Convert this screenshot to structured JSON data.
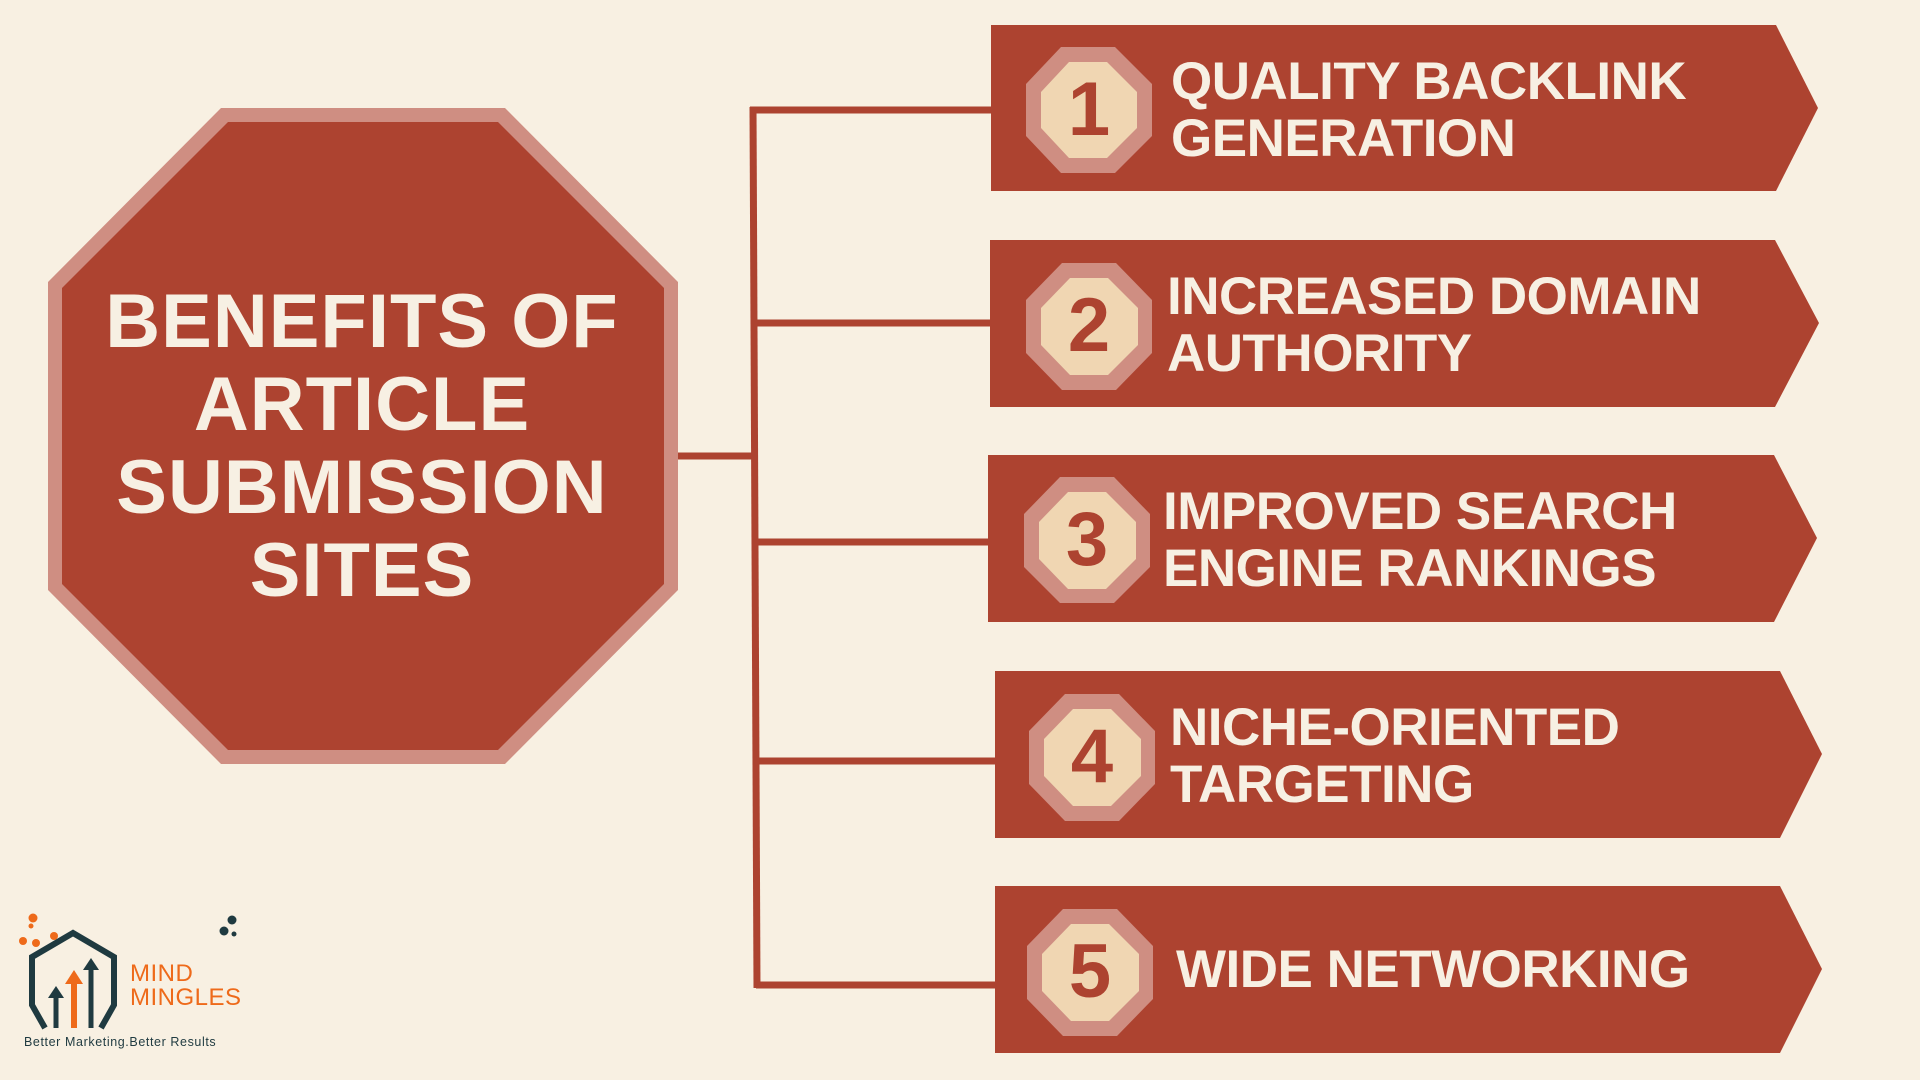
{
  "title": {
    "lines": [
      "BENEFITS OF",
      "ARTICLE",
      "SUBMISSION",
      "SITES"
    ]
  },
  "benefits": [
    {
      "number": "1",
      "lines": [
        "QUALITY BACKLINK",
        "GENERATION"
      ]
    },
    {
      "number": "2",
      "lines": [
        "INCREASED DOMAIN",
        "AUTHORITY"
      ]
    },
    {
      "number": "3",
      "lines": [
        "IMPROVED SEARCH",
        "ENGINE RANKINGS"
      ]
    },
    {
      "number": "4",
      "lines": [
        "NICHE-ORIENTED",
        "TARGETING"
      ]
    },
    {
      "number": "5",
      "lines": [
        "WIDE NETWORKING"
      ]
    }
  ],
  "logo": {
    "brand_line1": "MIND",
    "brand_line2": "MINGLES",
    "tagline": "Better Marketing.Better Results",
    "icon": "house-growth-arrows-icon"
  },
  "colors": {
    "background": "#F8F0E2",
    "primary_red": "#AD4330",
    "border_pink": "#CF8E82",
    "badge_cream": "#F0D6B2",
    "text_cream": "#F7F0E3",
    "logo_orange": "#EE6A1A",
    "logo_dark": "#1F3A40"
  }
}
